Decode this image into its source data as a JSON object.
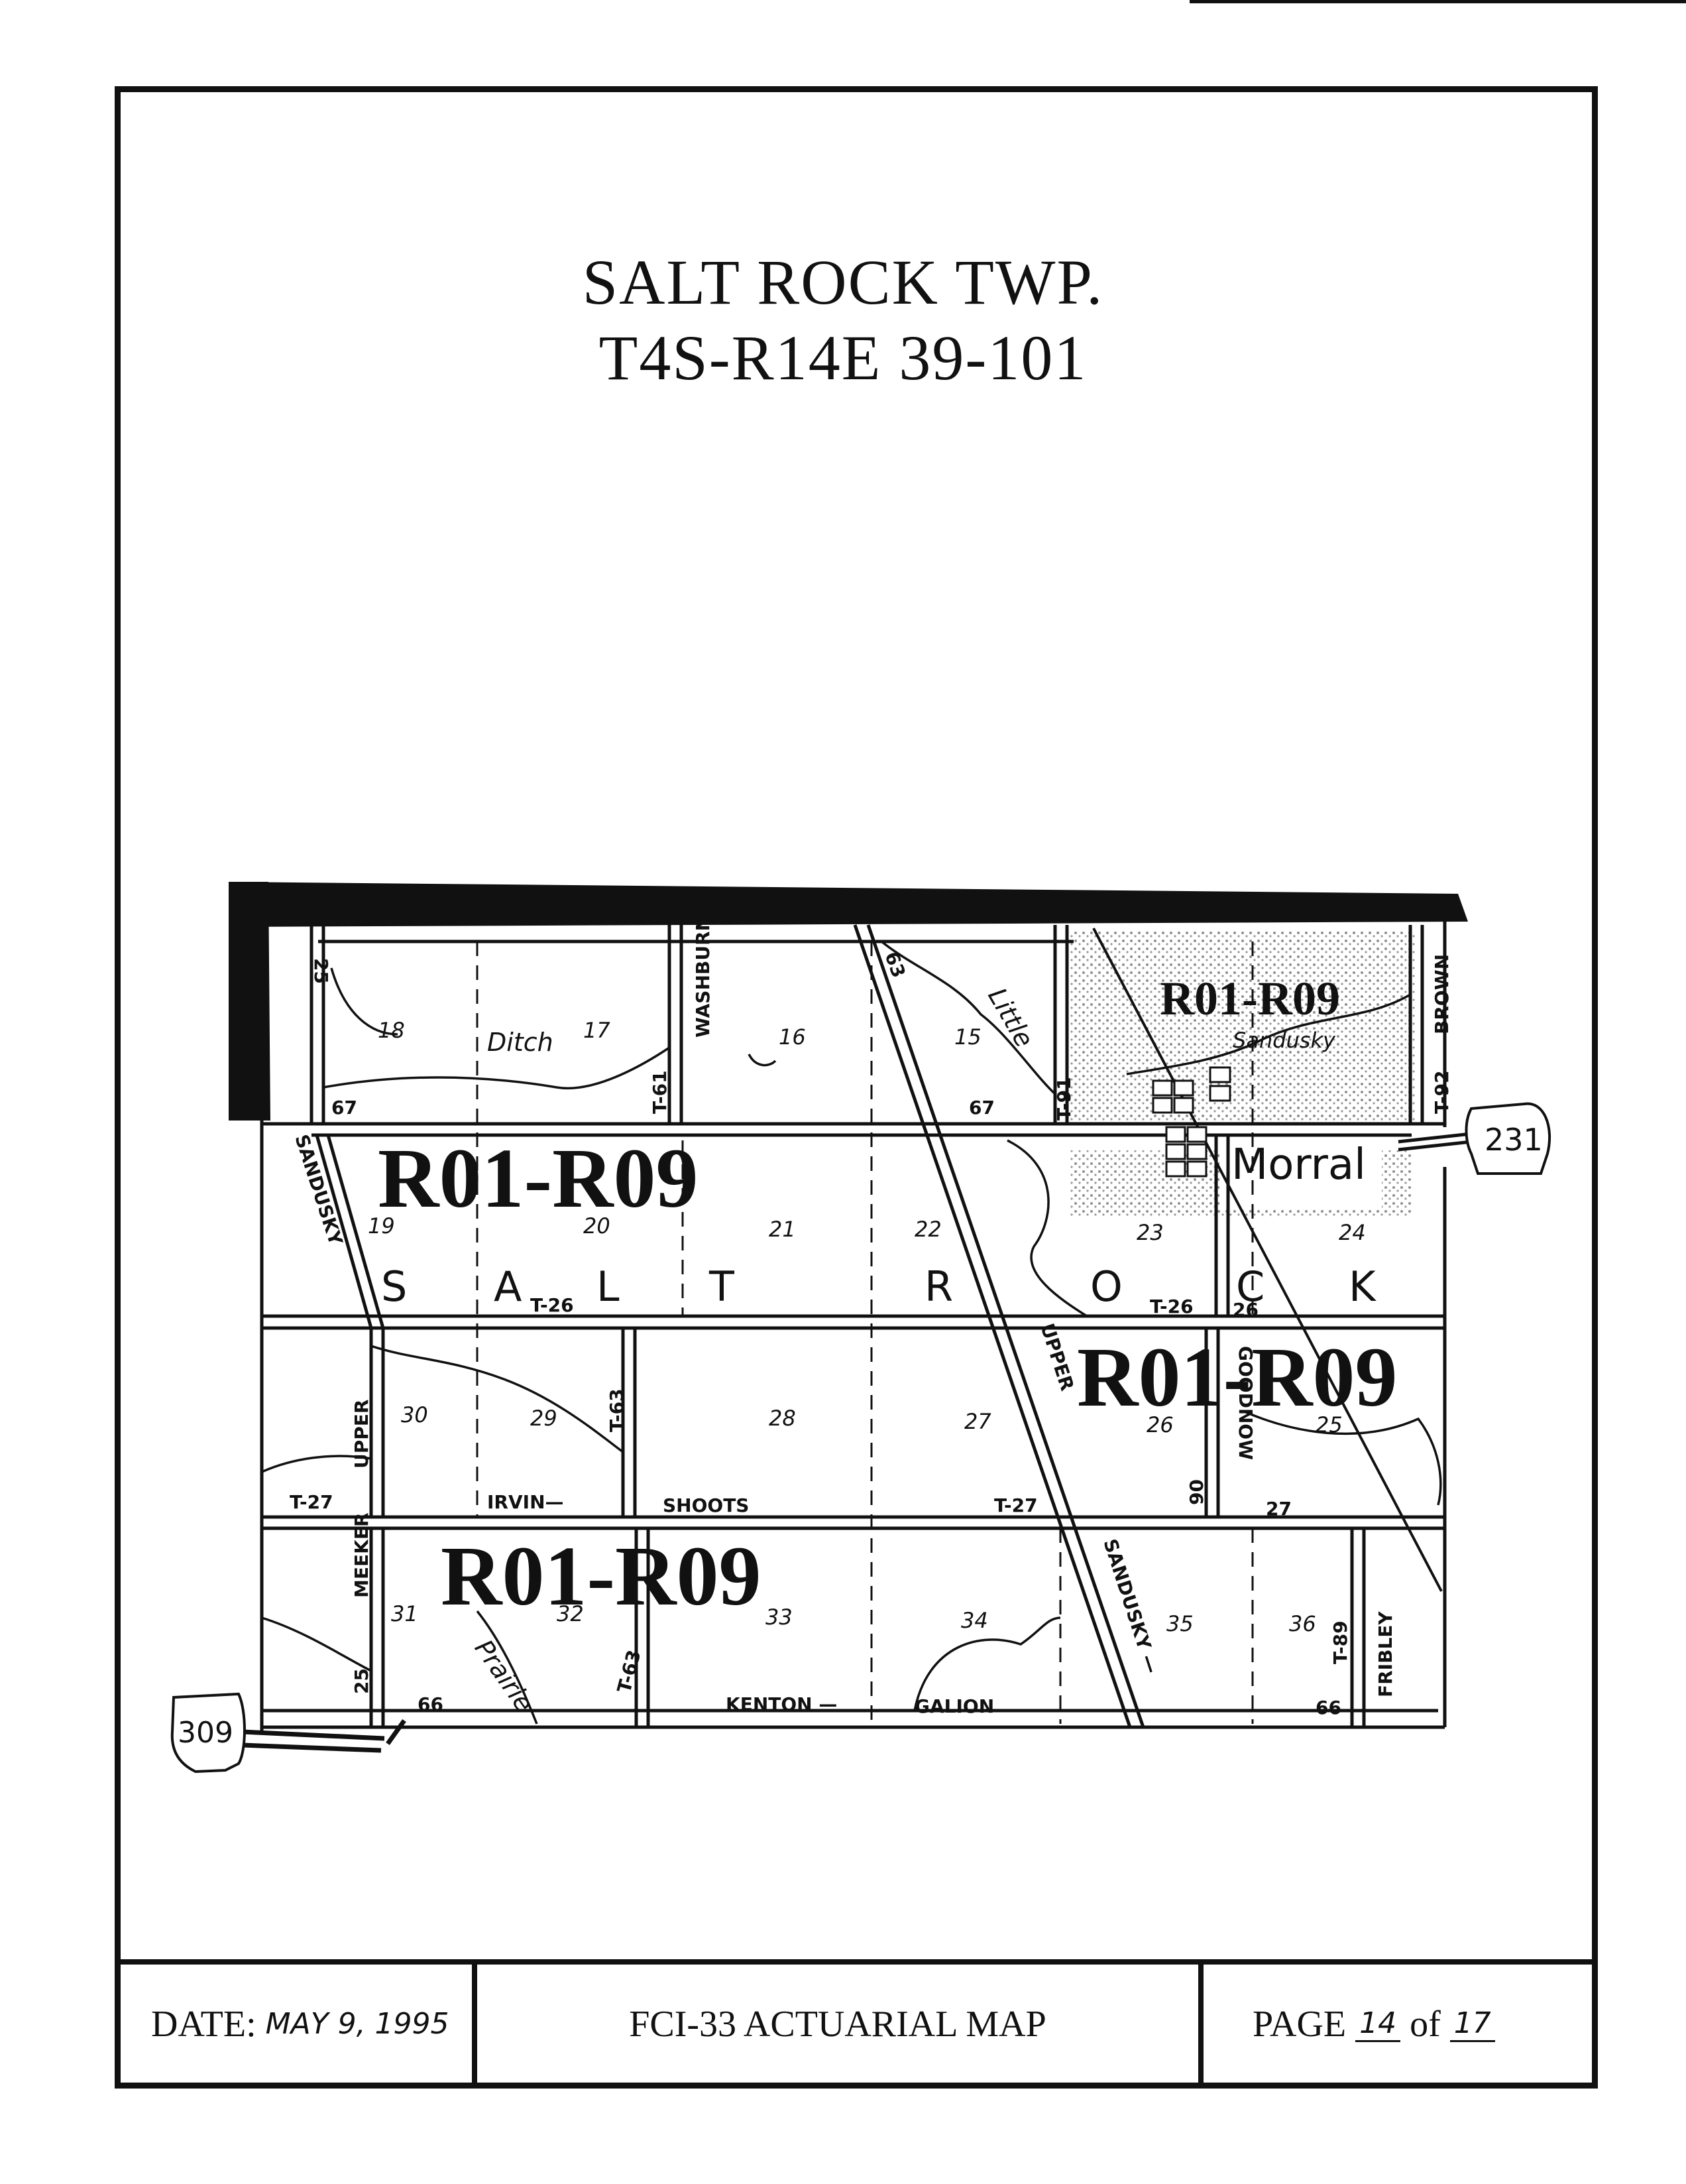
{
  "title": {
    "line1": "SALT ROCK TWP.",
    "line2": "T4S-R14E   39-101"
  },
  "map": {
    "sections": [
      "18",
      "17",
      "16",
      "15",
      "19",
      "20",
      "21",
      "22",
      "23",
      "24",
      "30",
      "29",
      "28",
      "27",
      "26",
      "25",
      "31",
      "32",
      "33",
      "34",
      "35",
      "36"
    ],
    "rating_areas": [
      "R01-R09",
      "R01-R09",
      "R01-R09",
      "R01-R09"
    ],
    "township_letters": [
      "S",
      "A",
      "L",
      "T",
      "R",
      "O",
      "C",
      "K"
    ],
    "roads": {
      "sandusky_upper": "SANDUSKY",
      "upper_w": "UPPER",
      "washburn": "WASHBURN",
      "t61": "T-61",
      "t91": "T-91",
      "t92": "T-92",
      "brown": "BROWN",
      "t26_w": "T-26",
      "t26_e": "T-26",
      "t63_n": "T-63",
      "t27_w": "T-27",
      "irvin": "IRVIN—",
      "shoots": "SHOOTS",
      "t27_e": "T-27",
      "upper_mid": "UPPER",
      "goodnow": "GOODNOW",
      "meeker": "MEEKER",
      "t63_s": "T-63",
      "kenton": "KENTON —",
      "galion": "GALION",
      "sandusky_lower": "SANDUSKY —",
      "t89": "T-89",
      "fribley": "FRIBLEY",
      "r25": "25",
      "r25b": "25",
      "r26": "26",
      "r63": "63",
      "r67a": "67",
      "r67b": "67",
      "r66a": "66",
      "r66b": "66",
      "r27": "27",
      "r90": "90"
    },
    "water": {
      "ditch": "Ditch",
      "little": "Little",
      "sandusky": "Sandusky",
      "prairie": "Prairie"
    },
    "town": "Morral",
    "shields": {
      "east": "231",
      "west": "309"
    }
  },
  "footer": {
    "date_label": "DATE:",
    "date_value": "MAY 9, 1995",
    "center": "FCI-33 ACTUARIAL  MAP",
    "page_label": "PAGE",
    "page_num": "14",
    "page_of": "of",
    "page_total": "17"
  }
}
